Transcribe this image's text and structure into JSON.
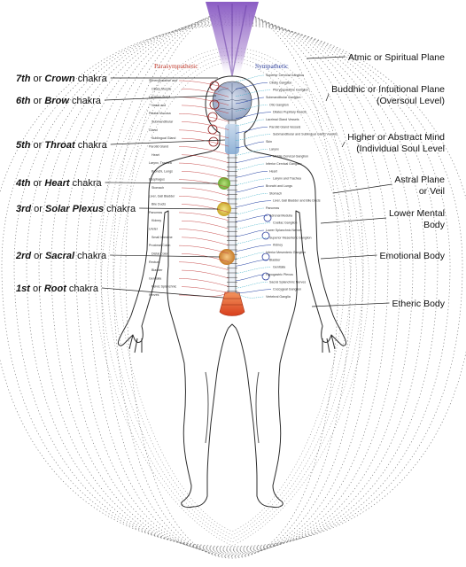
{
  "nervous_system": {
    "parasympathetic": "Parasympathetic",
    "sympathetic": "Sympathetic"
  },
  "chakras": [
    {
      "prefix": "7th",
      "joiner": "or",
      "name": "Crown",
      "suffix": "chakra"
    },
    {
      "prefix": "6th",
      "joiner": "or",
      "name": "Brow",
      "suffix": "chakra"
    },
    {
      "prefix": "5th",
      "joiner": "or",
      "name": "Throat",
      "suffix": "chakra"
    },
    {
      "prefix": "4th",
      "joiner": "or",
      "name": "Heart",
      "suffix": "chakra"
    },
    {
      "prefix": "3rd",
      "joiner": "or",
      "name": "Solar Plexus",
      "suffix": "chakra"
    },
    {
      "prefix": "2rd",
      "joiner": "or",
      "name": "Sacral",
      "suffix": "chakra"
    },
    {
      "prefix": "1st",
      "joiner": "or",
      "name": "Root",
      "suffix": "chakra"
    }
  ],
  "planes": [
    {
      "lines": [
        "Atmic or Spiritual Plane"
      ]
    },
    {
      "lines": [
        "Buddhic or Intuitional Plane",
        "(Oversoul Level)"
      ]
    },
    {
      "lines": [
        "Higher or Abstract Mind",
        "(Individual Soul Level"
      ]
    },
    {
      "lines": [
        "Astral Plane",
        "or Veil"
      ]
    },
    {
      "lines": [
        "Lower Mental",
        "Body"
      ]
    },
    {
      "lines": [
        "Emotional Body"
      ]
    },
    {
      "lines": [
        "Etheric Body"
      ]
    }
  ],
  "organs_left": [
    "Sphenopalatine and",
    "Ciliary Muscle",
    "Lacrimal Gland",
    "Nasal and",
    "Palatal Mucosa",
    "Submandibular",
    "Gland",
    "Sublingual Gland",
    "Parotid Gland",
    "Heart",
    "Larynx, Trachea",
    "Bronchi, Lungs",
    "Esophagus",
    "Stomach",
    "Liver, Gall Bladder",
    "Bile Ducts",
    "Pancreas",
    "Kidney",
    "Ureter",
    "Small Intestine",
    "Proximal Colon",
    "Distal Colon",
    "Rectum",
    "Bladder",
    "Genitalia",
    "Pelvic Splanchnic",
    "Nerves"
  ],
  "organs_right": [
    "Superior Cervical Ganglion",
    "Ciliary Ganglion",
    "Pterygopalatine Ganglion",
    "Submandibular Ganglion",
    "Otic Ganglion",
    "Dilates Pupillary Muscle",
    "Lacrimal Gland Vessels",
    "Parotid Gland Vessels",
    "Submandibular and Sublingual Gland Vessels",
    "Skin",
    "Larynx",
    "Middle Cervical Ganglion",
    "Inferior Cervical Ganglion",
    "Heart",
    "Larynx and Trachea",
    "Bronchi and Lungs",
    "Stomach",
    "Liver, Gall Bladder and Bile Ducts",
    "Pancreas",
    "Adrenal Medulla",
    "Coeliac Ganglion",
    "Lower Splanchnic Nerves",
    "Superior Mesenteric Ganglion",
    "Kidney",
    "Inferior Mesenteric Ganglion",
    "Bladder",
    "Genitalia",
    "Hypogastric Plexus",
    "Sacral Splanchnic Nerves",
    "Coccygeal Ganglion",
    "Vertebral Ganglia"
  ]
}
